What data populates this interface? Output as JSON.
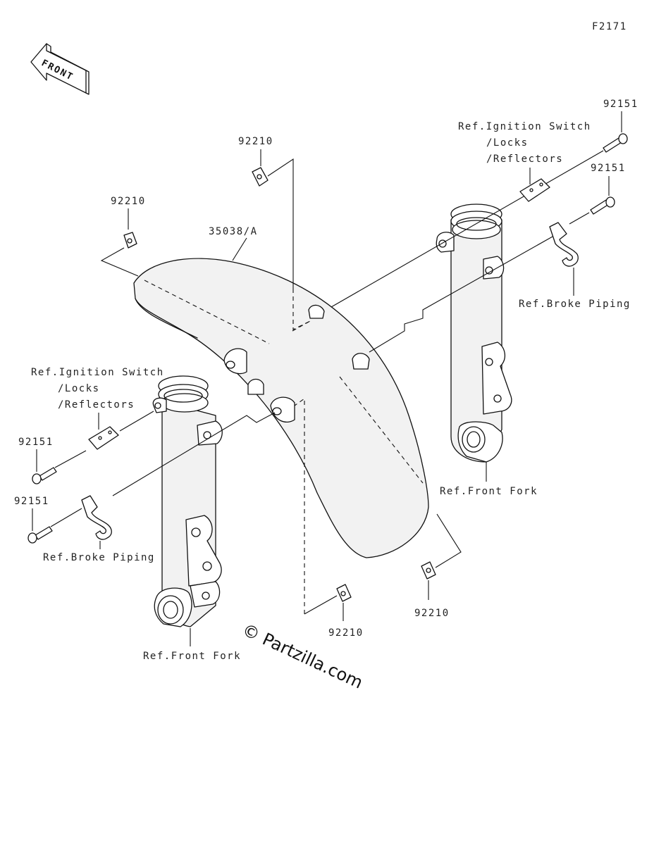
{
  "figure_code": "F2171",
  "front_arrow_text": "FRONT",
  "watermark": "© Partzilla.com",
  "labels": {
    "p92151_top_right": "92151",
    "p92151_mid_right": "92151",
    "p92151_left_upper": "92151",
    "p92151_left_lower": "92151",
    "p92210_top": "92210",
    "p92210_left": "92210",
    "p92210_bottom_mid": "92210",
    "p92210_bottom_right": "92210",
    "p35038": "35038/A",
    "ref_ignition_right_1": "Ref.Ignition Switch",
    "ref_ignition_right_2": "/Locks",
    "ref_ignition_right_3": "/Reflectors",
    "ref_ignition_left_1": "Ref.Ignition Switch",
    "ref_ignition_left_2": "/Locks",
    "ref_ignition_left_3": "/Reflectors",
    "ref_brake_right": "Ref.Broke Piping",
    "ref_brake_left": "Ref.Broke Piping",
    "ref_fork_right": "Ref.Front Fork",
    "ref_fork_left": "Ref.Front Fork"
  }
}
